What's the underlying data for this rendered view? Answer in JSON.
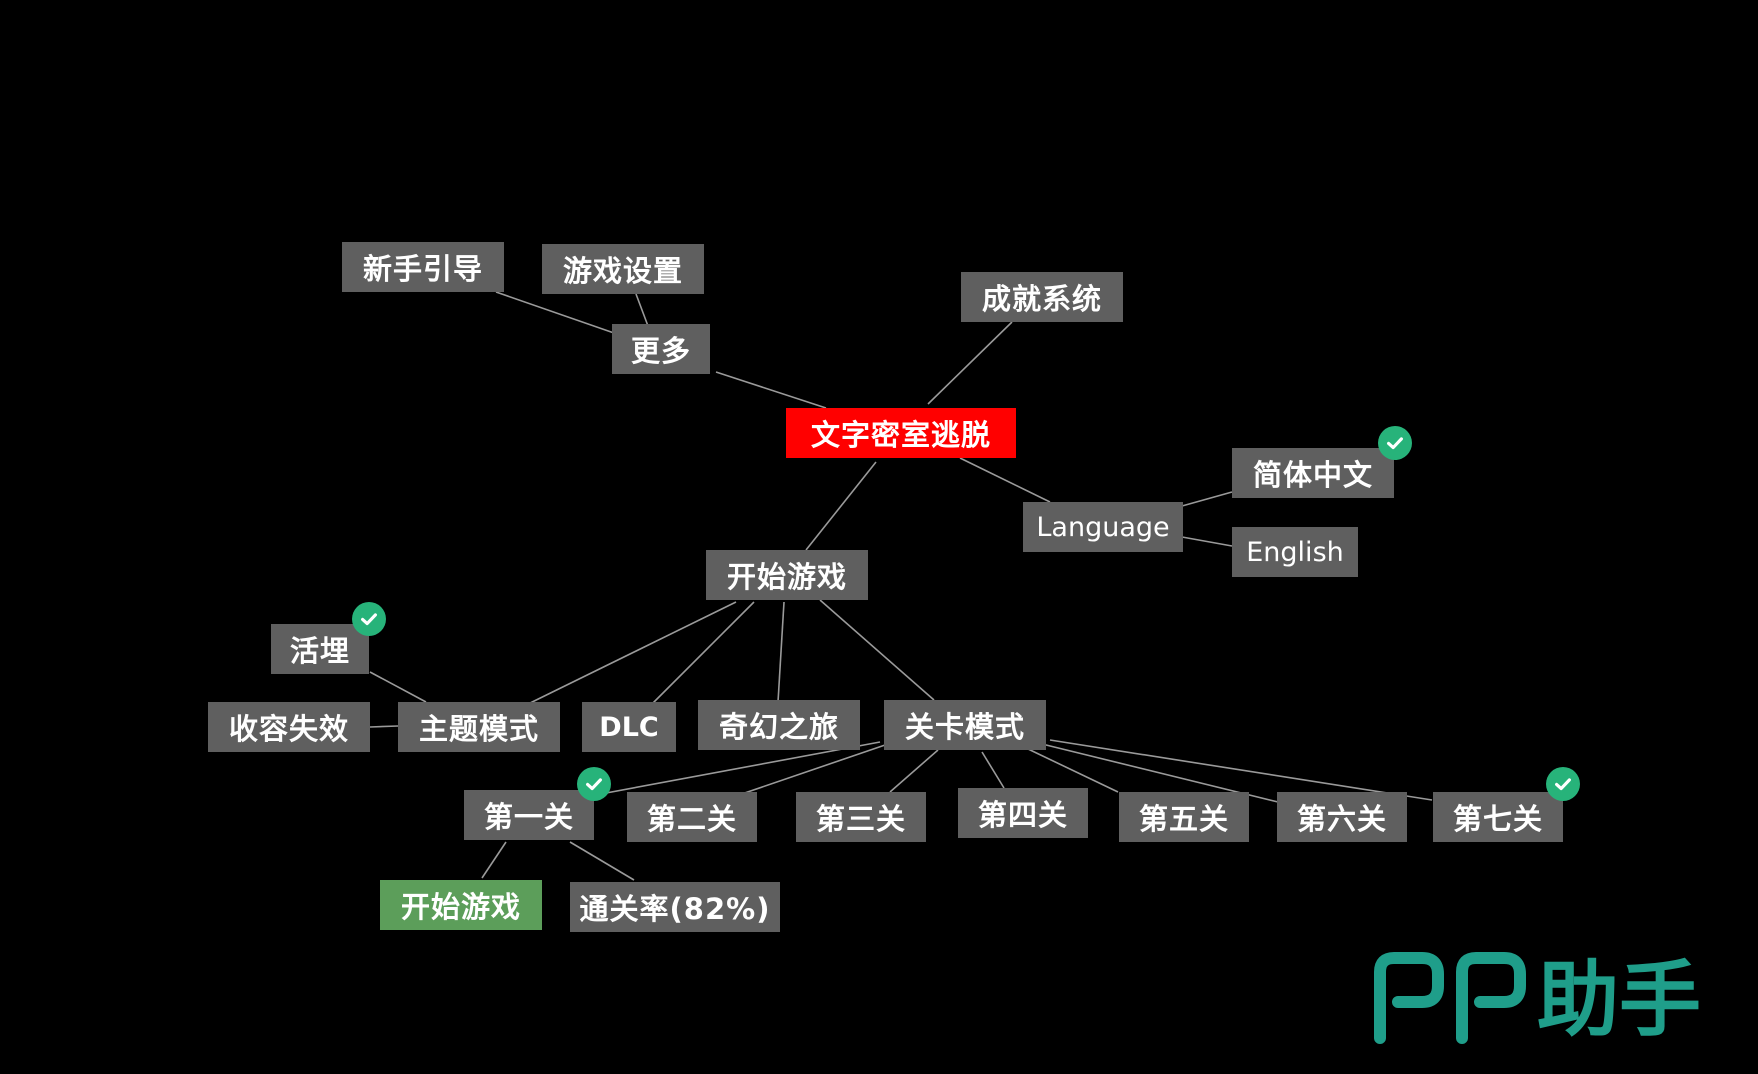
{
  "colors": {
    "background": "#000000",
    "node_fill": "#5f5f5f",
    "node_text": "#ffffff",
    "root_fill": "#ff0000",
    "start_fill": "#5c9e5a",
    "link": "#9a9a9a",
    "check": "#27b37a",
    "watermark": "#1f9e8a"
  },
  "mindmap": {
    "root": "文字密室逃脱",
    "more": "更多",
    "tutorial": "新手引导",
    "settings": "游戏设置",
    "achievements": "成就系统",
    "language": "Language",
    "lang_zh": "简体中文",
    "lang_en": "English",
    "start_game": "开始游戏",
    "theme_mode": "主题模式",
    "theme_buried": "活埋",
    "theme_containment": "收容失效",
    "dlc": "DLC",
    "fantasy": "奇幻之旅",
    "level_mode": "关卡模式",
    "levels": [
      "第一关",
      "第二关",
      "第三关",
      "第四关",
      "第五关",
      "第六关",
      "第七关"
    ],
    "level1_start": "开始游戏",
    "level1_clear_rate": "通关率(82%)"
  },
  "checks": {
    "lang_zh": "check-icon",
    "theme_buried": "check-icon",
    "level1": "check-icon",
    "level7": "check-icon"
  },
  "watermark": {
    "latin": "PP",
    "chinese": "助手"
  }
}
